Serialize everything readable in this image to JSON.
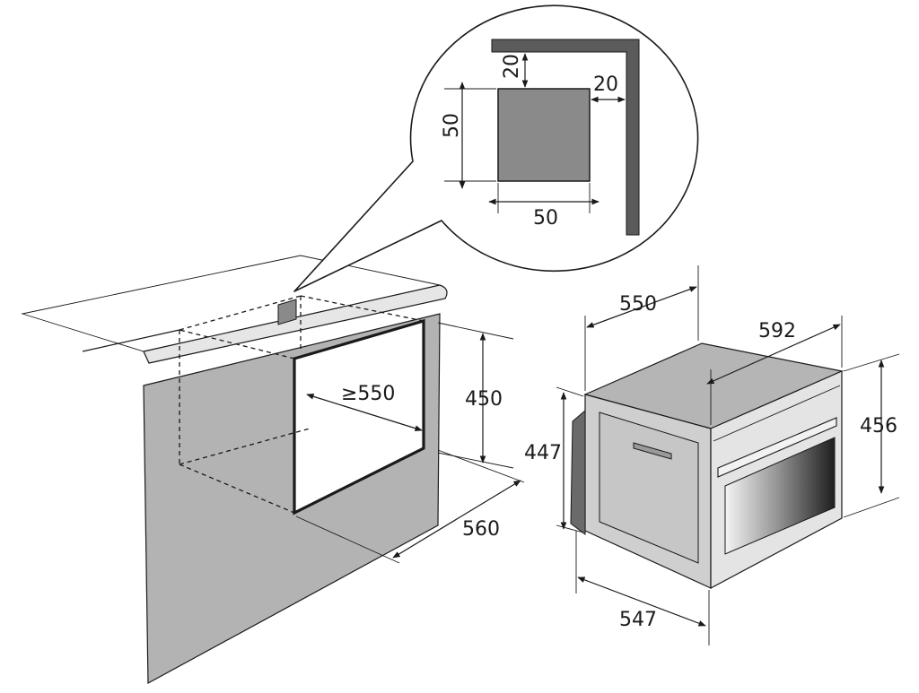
{
  "colors": {
    "cabinet_fill": "#b3b3b3",
    "counter_fill": "#c6c6c6",
    "vent_fill": "#8a8a8a",
    "oven_top": "#b5b5b5",
    "oven_side": "#cfcfcf",
    "oven_front": "#e4e4e4",
    "glass_dark": "#2b2b2b",
    "line": "#1a1a1a"
  },
  "callout": {
    "height_label": "50",
    "width_label": "50",
    "top_gap_label": "20",
    "side_gap_label": "20"
  },
  "cabinet": {
    "depth_label": "≥550",
    "height_label": "450",
    "width_label": "560"
  },
  "oven": {
    "depth_top_label": "550",
    "width_label": "592",
    "front_height_label": "456",
    "body_height_label": "447",
    "body_depth_label": "547"
  }
}
